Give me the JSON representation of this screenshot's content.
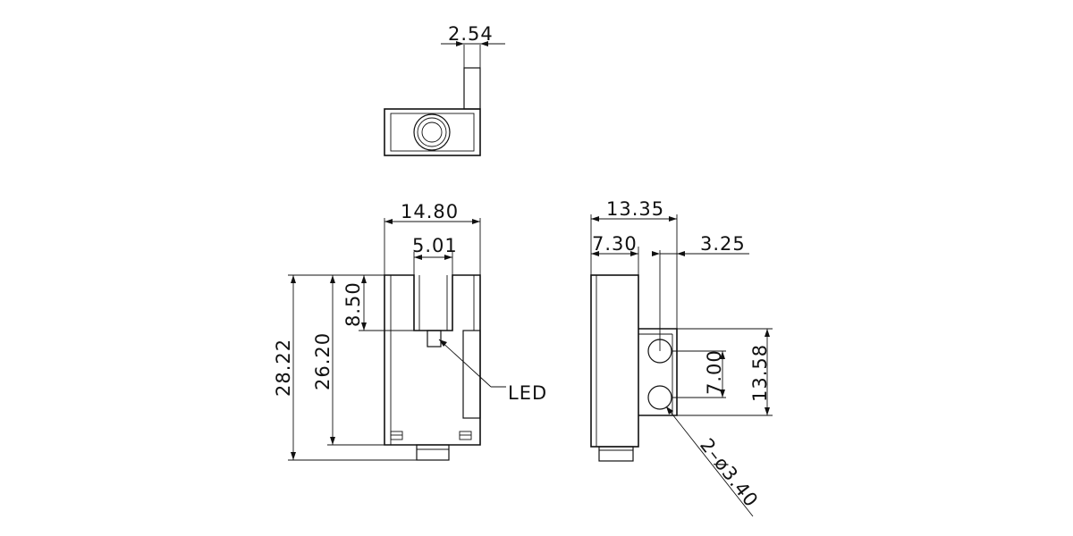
{
  "dimensions": {
    "top_pin_pitch": "2.54",
    "front_width": "14.80",
    "slot_width": "5.01",
    "slot_depth": "8.50",
    "front_height_inner": "26.20",
    "front_height_total": "28.22",
    "side_depth": "13.35",
    "side_body": "7.30",
    "hole_offset": "3.25",
    "hole_pitch": "7.00",
    "mount_height": "13.58",
    "hole_callout": "2–ø3.40"
  },
  "labels": {
    "led": "LED"
  }
}
